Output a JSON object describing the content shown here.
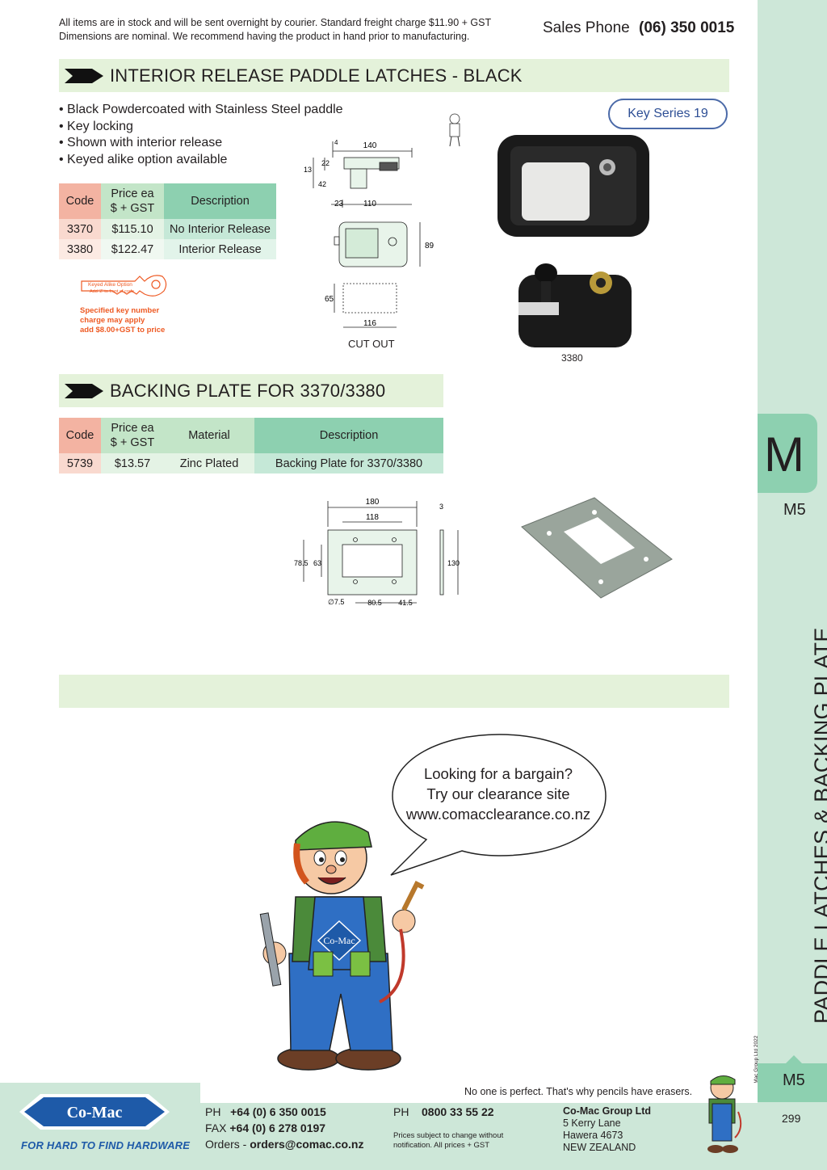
{
  "header": {
    "notice_line1": "All items are in stock and will be sent overnight by courier. Standard freight charge $11.90 + GST",
    "notice_line2": "Dimensions are nominal. We recommend having the product in hand prior to manufacturing.",
    "sales_label": "Sales Phone",
    "sales_number": "(06) 350 0015"
  },
  "section1": {
    "title": "INTERIOR RELEASE PADDLE LATCHES - BLACK",
    "bullets": [
      "• Black Powdercoated with Stainless Steel paddle",
      "• Key locking",
      "• Shown with interior release",
      "• Keyed alike option available"
    ],
    "key_series": "Key Series 19",
    "table": {
      "headers": [
        "Code",
        "Price ea $ + GST",
        "Description"
      ],
      "header_price_line1": "Price ea",
      "header_price_line2": "$ + GST",
      "rows": [
        {
          "code": "3370",
          "price": "$115.10",
          "description": "No Interior Release"
        },
        {
          "code": "3380",
          "price": "$122.47",
          "description": "Interior Release"
        }
      ]
    },
    "keyed_alike": {
      "key_line1": "Keyed Alike Option",
      "key_line2": "Add 'Z' to front of code",
      "note_line1": "Specified key number",
      "note_line2": "charge may apply",
      "note_line3": "add $8.00+GST to price"
    },
    "drawing_dims": {
      "d140": "140",
      "d4": "4",
      "d22": "22",
      "d13": "13",
      "d42": "42",
      "d23": "23",
      "d110": "110",
      "d89": "89",
      "d65": "65",
      "d116": "116"
    },
    "cutout_label": "CUT OUT",
    "photo_caption": "3380"
  },
  "section2": {
    "title": "BACKING PLATE FOR 3370/3380",
    "table": {
      "headers": [
        "Code",
        "Price ea $ + GST",
        "Material",
        "Description"
      ],
      "header_price_line1": "Price ea",
      "header_price_line2": "$ + GST",
      "rows": [
        {
          "code": "5739",
          "price": "$13.57",
          "material": "Zinc Plated",
          "description": "Backing Plate for 3370/3380"
        }
      ]
    },
    "drawing_dims": {
      "d180": "180",
      "d118": "118",
      "d3": "3",
      "d78_5": "78.5",
      "d63": "63",
      "d130": "130",
      "d7_5": "∅7.5",
      "d80_5": "80.5",
      "d41_5": "41.5"
    }
  },
  "promo": {
    "line1": "Looking for a bargain?",
    "line2": "Try our clearance site",
    "line3": "www.comacclearance.co.nz",
    "mascot_badge": "Co-Mac"
  },
  "sidebar": {
    "tab_letter": "M",
    "page_code_top": "M5",
    "vertical_title": "PADDLE LATCHES & BACKING PLATE",
    "copyright": "© Co-Mac Group Ltd 2022",
    "page_code_bottom": "M5",
    "page_number": "299"
  },
  "footer": {
    "pencil_note": "No one is perfect. That's why pencils have erasers.",
    "logo_text": "Co-Mac",
    "tagline": "FOR HARD TO FIND HARDWARE",
    "ph_label": "PH",
    "ph_number": "+64 (0) 6 350 0015",
    "fax_label": "FAX",
    "fax_number": "+64 (0) 6 278 0197",
    "orders_label": "Orders -",
    "orders_email": "orders@comac.co.nz",
    "ph2_label": "PH",
    "ph2_number": "0800 33 55 22",
    "prices_note_line1": "Prices subject to change without",
    "prices_note_line2": "notification. All prices + GST",
    "company": "Co-Mac Group Ltd",
    "addr1": "5 Kerry Lane",
    "addr2": "Hawera 4673",
    "addr3": "NEW ZEALAND"
  },
  "colors": {
    "section_bar": "#e4f2da",
    "sidebar": "#cde7d8",
    "tab": "#8dd0b0",
    "code_header": "#f3b3a2",
    "brand_blue": "#1e5aa8",
    "keyed_orange": "#ee5a24"
  }
}
